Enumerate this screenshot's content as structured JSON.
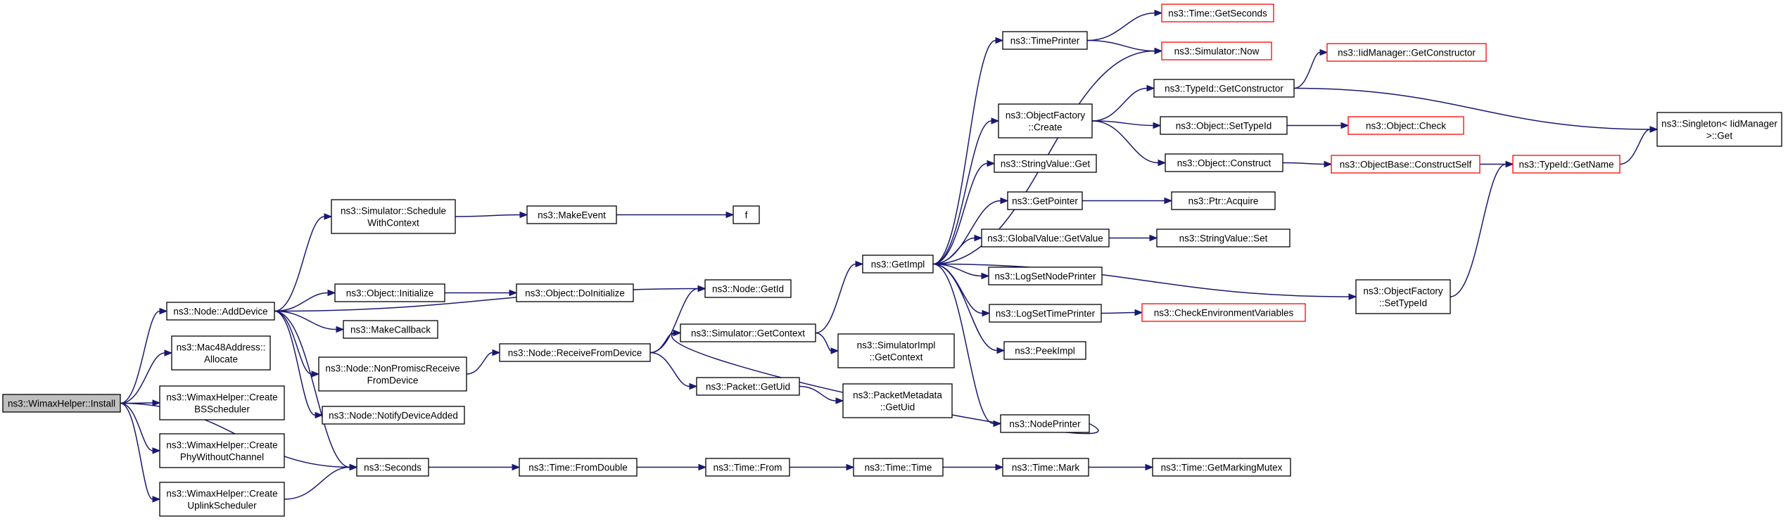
{
  "nodes": {
    "install": {
      "lines": [
        "ns3::WimaxHelper::Install"
      ],
      "style": "root"
    },
    "adddevice": {
      "lines": [
        "ns3::Node::AddDevice"
      ]
    },
    "mac48": {
      "lines": [
        "ns3::Mac48Address::",
        "Allocate"
      ]
    },
    "createbs": {
      "lines": [
        "ns3::WimaxHelper::Create",
        "BSScheduler"
      ]
    },
    "createphy": {
      "lines": [
        "ns3::WimaxHelper::Create",
        "PhyWithoutChannel"
      ]
    },
    "createuplink": {
      "lines": [
        "ns3::WimaxHelper::Create",
        "UplinkScheduler"
      ]
    },
    "schedule": {
      "lines": [
        "ns3::Simulator::Schedule",
        "WithContext"
      ]
    },
    "objinit": {
      "lines": [
        "ns3::Object::Initialize"
      ]
    },
    "makecallback": {
      "lines": [
        "ns3::MakeCallback"
      ]
    },
    "nonpromisc": {
      "lines": [
        "ns3::Node::NonPromiscReceive",
        "FromDevice"
      ]
    },
    "notify": {
      "lines": [
        "ns3::Node::NotifyDeviceAdded"
      ]
    },
    "seconds": {
      "lines": [
        "ns3::Seconds"
      ]
    },
    "makeevent": {
      "lines": [
        "ns3::MakeEvent"
      ]
    },
    "f": {
      "lines": [
        "f"
      ]
    },
    "doinit": {
      "lines": [
        "ns3::Object::DoInitialize"
      ]
    },
    "receive": {
      "lines": [
        "ns3::Node::ReceiveFromDevice"
      ]
    },
    "fromdouble": {
      "lines": [
        "ns3::Time::FromDouble"
      ]
    },
    "getid": {
      "lines": [
        "ns3::Node::GetId"
      ]
    },
    "getcontext": {
      "lines": [
        "ns3::Simulator::GetContext"
      ]
    },
    "getuid": {
      "lines": [
        "ns3::Packet::GetUid"
      ]
    },
    "timefrom": {
      "lines": [
        "ns3::Time::From"
      ]
    },
    "getimpl": {
      "lines": [
        "ns3::GetImpl"
      ]
    },
    "simimplctx": {
      "lines": [
        "ns3::SimulatorImpl",
        "::GetContext"
      ]
    },
    "pmgetuid": {
      "lines": [
        "ns3::PacketMetadata",
        "::GetUid"
      ]
    },
    "timetime": {
      "lines": [
        "ns3::Time::Time"
      ]
    },
    "timeprinter": {
      "lines": [
        "ns3::TimePrinter"
      ]
    },
    "ofcreate": {
      "lines": [
        "ns3::ObjectFactory",
        "::Create"
      ]
    },
    "strvalget": {
      "lines": [
        "ns3::StringValue::Get"
      ]
    },
    "getpointer": {
      "lines": [
        "ns3::GetPointer"
      ]
    },
    "gvgetvalue": {
      "lines": [
        "ns3::GlobalValue::GetValue"
      ]
    },
    "logsetnode": {
      "lines": [
        "ns3::LogSetNodePrinter"
      ]
    },
    "logsettime": {
      "lines": [
        "ns3::LogSetTimePrinter"
      ]
    },
    "peekimpl": {
      "lines": [
        "ns3::PeekImpl"
      ]
    },
    "nodeprinter": {
      "lines": [
        "ns3::NodePrinter"
      ]
    },
    "timemark": {
      "lines": [
        "ns3::Time::Mark"
      ]
    },
    "getseconds": {
      "lines": [
        "ns3::Time::GetSeconds"
      ],
      "style": "red"
    },
    "simnow": {
      "lines": [
        "ns3::Simulator::Now"
      ],
      "style": "red"
    },
    "tidgetctor": {
      "lines": [
        "ns3::TypeId::GetConstructor"
      ]
    },
    "objsettypeid": {
      "lines": [
        "ns3::Object::SetTypeId"
      ]
    },
    "objconstruct": {
      "lines": [
        "ns3::Object::Construct"
      ]
    },
    "ptracquire": {
      "lines": [
        "ns3::Ptr::Acquire"
      ]
    },
    "strvalset": {
      "lines": [
        "ns3::StringValue::Set"
      ]
    },
    "checkenv": {
      "lines": [
        "ns3::CheckEnvironmentVariables"
      ],
      "style": "red"
    },
    "ofsettypeid": {
      "lines": [
        "ns3::ObjectFactory",
        "::SetTypeId"
      ]
    },
    "getmarkingmutex": {
      "lines": [
        "ns3::Time::GetMarkingMutex"
      ]
    },
    "iidmgrgetctor": {
      "lines": [
        "ns3::IidManager::GetConstructor"
      ],
      "style": "red"
    },
    "objcheck": {
      "lines": [
        "ns3::Object::Check"
      ],
      "style": "red"
    },
    "obconstructself": {
      "lines": [
        "ns3::ObjectBase::ConstructSelf"
      ],
      "style": "red"
    },
    "tidgetname": {
      "lines": [
        "ns3::TypeId::GetName"
      ],
      "style": "red"
    },
    "singletonget": {
      "lines": [
        "ns3::Singleton< IidManager",
        " >::Get"
      ]
    }
  },
  "edges": [
    [
      "install",
      "adddevice"
    ],
    [
      "install",
      "mac48"
    ],
    [
      "install",
      "createbs"
    ],
    [
      "install",
      "createphy"
    ],
    [
      "install",
      "createuplink"
    ],
    [
      "install",
      "seconds"
    ],
    [
      "adddevice",
      "schedule"
    ],
    [
      "adddevice",
      "getid"
    ],
    [
      "adddevice",
      "objinit"
    ],
    [
      "adddevice",
      "makecallback"
    ],
    [
      "adddevice",
      "nonpromisc"
    ],
    [
      "adddevice",
      "notify"
    ],
    [
      "adddevice",
      "seconds"
    ],
    [
      "createuplink",
      "seconds"
    ],
    [
      "schedule",
      "makeevent"
    ],
    [
      "makeevent",
      "f"
    ],
    [
      "objinit",
      "doinit"
    ],
    [
      "nonpromisc",
      "receive"
    ],
    [
      "receive",
      "getid"
    ],
    [
      "receive",
      "getcontext"
    ],
    [
      "receive",
      "getuid"
    ],
    [
      "seconds",
      "fromdouble"
    ],
    [
      "fromdouble",
      "timefrom"
    ],
    [
      "timefrom",
      "timetime"
    ],
    [
      "timetime",
      "timemark"
    ],
    [
      "timemark",
      "getmarkingmutex"
    ],
    [
      "getcontext",
      "getimpl"
    ],
    [
      "getcontext",
      "simimplctx"
    ],
    [
      "getuid",
      "pmgetuid"
    ],
    [
      "getimpl",
      "timeprinter"
    ],
    [
      "getimpl",
      "ofcreate"
    ],
    [
      "getimpl",
      "strvalget"
    ],
    [
      "getimpl",
      "getpointer"
    ],
    [
      "getimpl",
      "gvgetvalue"
    ],
    [
      "getimpl",
      "logsetnode"
    ],
    [
      "getimpl",
      "logsettime"
    ],
    [
      "getimpl",
      "peekimpl"
    ],
    [
      "getimpl",
      "nodeprinter"
    ],
    [
      "getimpl",
      "ofsettypeid"
    ],
    [
      "getimpl",
      "simnow"
    ],
    [
      "timeprinter",
      "getseconds"
    ],
    [
      "timeprinter",
      "simnow"
    ],
    [
      "ofcreate",
      "tidgetctor"
    ],
    [
      "ofcreate",
      "objsettypeid"
    ],
    [
      "ofcreate",
      "objconstruct"
    ],
    [
      "tidgetctor",
      "iidmgrgetctor"
    ],
    [
      "tidgetctor",
      "singletonget"
    ],
    [
      "objsettypeid",
      "objcheck"
    ],
    [
      "objconstruct",
      "obconstructself"
    ],
    [
      "obconstructself",
      "tidgetname"
    ],
    [
      "tidgetname",
      "singletonget"
    ],
    [
      "ofsettypeid",
      "tidgetname"
    ],
    [
      "getpointer",
      "ptracquire"
    ],
    [
      "gvgetvalue",
      "strvalset"
    ],
    [
      "logsettime",
      "checkenv"
    ],
    [
      "nodeprinter",
      "getcontext"
    ]
  ]
}
